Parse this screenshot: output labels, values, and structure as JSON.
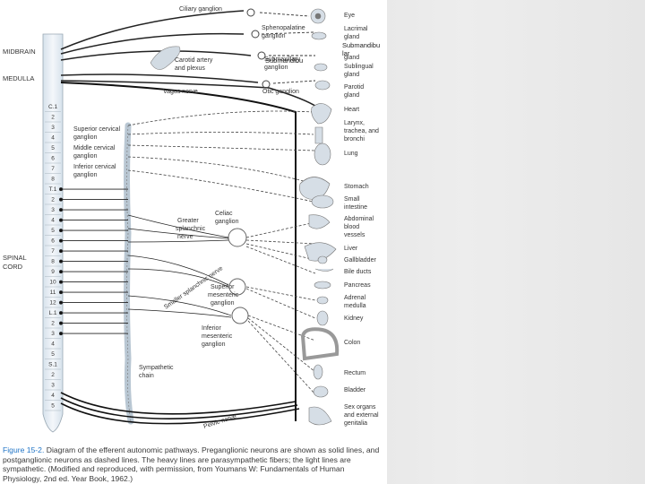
{
  "levels": {
    "midbrain": "MIDBRAIN",
    "medulla": "MEDULLA",
    "spinal_cord": [
      "SPINAL",
      "CORD"
    ]
  },
  "segments": [
    "C.1",
    "2",
    "3",
    "4",
    "5",
    "6",
    "7",
    "8",
    "T.1",
    "2",
    "3",
    "4",
    "5",
    "6",
    "7",
    "8",
    "9",
    "10",
    "11",
    "12",
    "L.1",
    "2",
    "3",
    "4",
    "5",
    "S.1",
    "2",
    "3",
    "4",
    "5"
  ],
  "ganglia": {
    "ciliary": "Ciliary ganglion",
    "sphenopalatine": [
      "Sphenopalatine",
      "ganglion"
    ],
    "submaxillary": [
      "Submaxillary",
      "ganglion"
    ],
    "otic": "Otic ganglion",
    "superior_cervical": [
      "Superior cervical",
      "ganglion"
    ],
    "middle_cervical": [
      "Middle cervical",
      "ganglion"
    ],
    "inferior_cervical": [
      "Inferior cervical",
      "ganglion"
    ],
    "celiac": [
      "Celiac",
      "ganglion"
    ],
    "superior_mesenteric": [
      "Superior",
      "mesenteric",
      "ganglion"
    ],
    "inferior_mesenteric": [
      "Inferior",
      "mesenteric",
      "ganglion"
    ],
    "sympathetic_chain": [
      "Sympathetic",
      "chain"
    ]
  },
  "nerves": {
    "carotid": [
      "Carotid artery",
      "and plexus"
    ],
    "vagus": "Vagus nerve",
    "greater_splanchnic": [
      "Greater",
      "splanchnic",
      "nerve"
    ],
    "smaller_splanchnic": "Smaller splanchnic nerve",
    "pelvic": "Pelvic nerve"
  },
  "organs": {
    "eye": "Eye",
    "lacrimal": [
      "Lacrimal",
      "gland"
    ],
    "submandibular": "gland",
    "sublingual": [
      "Sublingual",
      "gland"
    ],
    "parotid": [
      "Parotid",
      "gland"
    ],
    "heart": "Heart",
    "larynx": [
      "Larynx,",
      "trachea, and",
      "bronchi"
    ],
    "lung": "Lung",
    "stomach": "Stomach",
    "small_intestine": [
      "Small",
      "intestine"
    ],
    "abdominal_vessels": [
      "Abdominal",
      "blood",
      "vessels"
    ],
    "liver": "Liver",
    "gallbladder": "Gallbladder",
    "bile_ducts": "Bile ducts",
    "pancreas": "Pancreas",
    "adrenal": [
      "Adrenal",
      "medulla"
    ],
    "kidney": "Kidney",
    "colon": "Colon",
    "rectum": "Rectum",
    "bladder": "Bladder",
    "sex_organs": [
      "Sex organs",
      "and external",
      "genitalia"
    ]
  },
  "overlays": {
    "submandibu_1": "Submandibu",
    "submandibu_1b": "lar",
    "submandibu_2": "Submandibu"
  },
  "caption": {
    "label": "Figure 15-2.",
    "text": "Diagram of the efferent autonomic pathways. Preganglionic neurons are shown as solid lines, and postganglionic neurons as dashed lines. The heavy lines are parasympathetic fibers; the light lines are sympathetic. (Modified and reproduced, with permission, from Youmans W: Fundamentals of Human Physiology, 2nd ed. Year Book, 1962.)"
  }
}
